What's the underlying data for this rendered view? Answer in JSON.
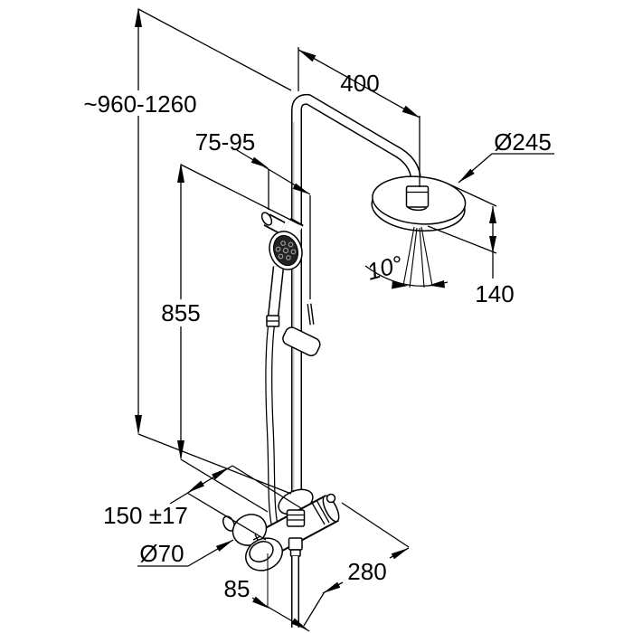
{
  "drawing_type": "shower-system-dimensional-drawing",
  "colors": {
    "line": "#000000",
    "background": "#ffffff",
    "spray_face": "#222222"
  },
  "labels": {
    "height_range": "~960-1260",
    "arm_reach": "400",
    "head_diameter": "Ø245",
    "bracket_distance": "75-95",
    "rail_length": "855",
    "head_height": "140",
    "spray_angle": "10°",
    "supply_spacing": "150 ±17",
    "rosette_diameter": "Ø70",
    "lower_offset": "85",
    "mixer_width": "280"
  }
}
